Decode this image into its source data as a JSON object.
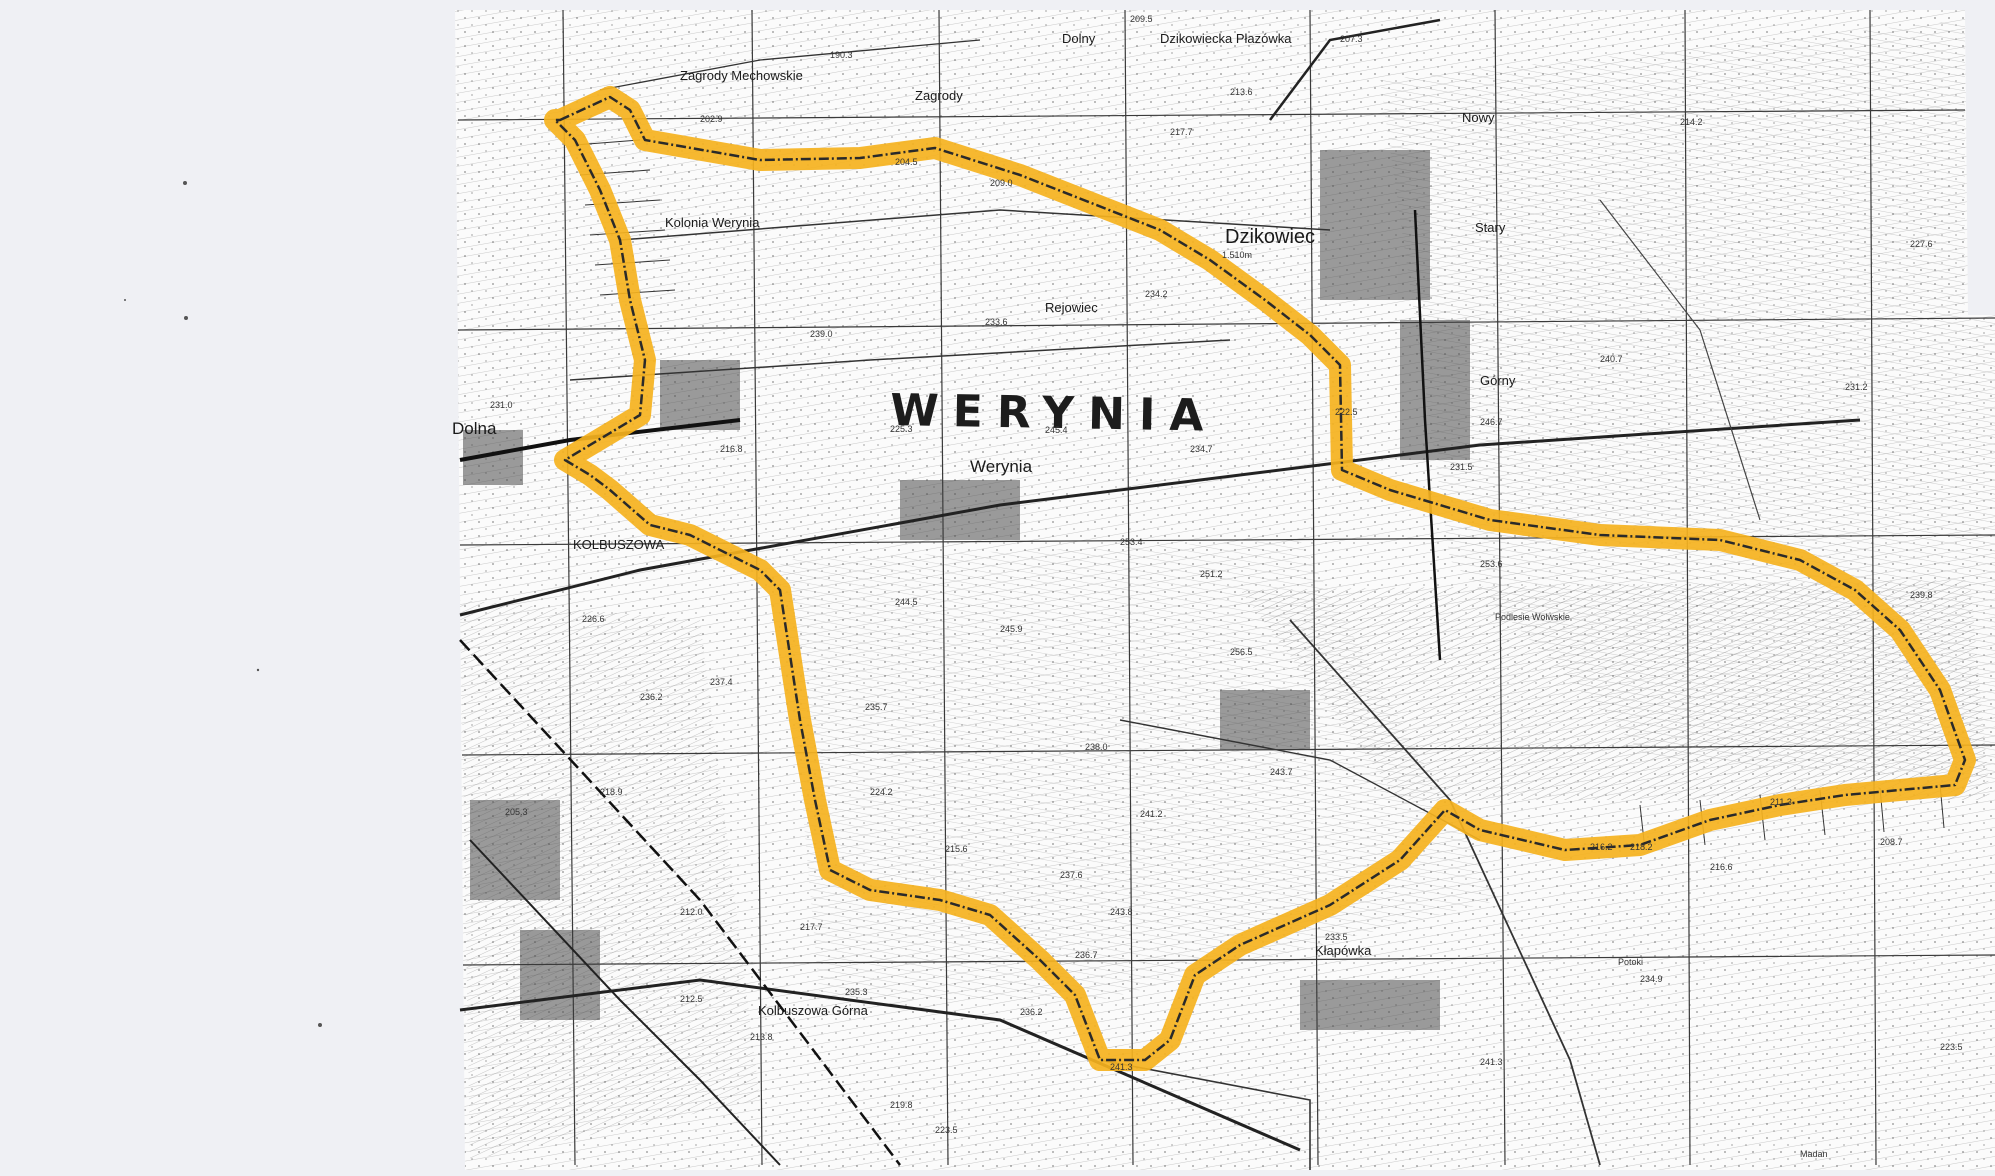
{
  "map": {
    "title": "WERYNIA",
    "boundary_color": "#f5b21e",
    "boundary_stroke_color": "#2a2a2a",
    "background_color": "#eff0f4",
    "map_paper_color": "#fbfbfb",
    "place_labels": [
      "Dolny",
      "Dzikowiecka Płazówka",
      "Zagrody Mechowskie",
      "Zagrody",
      "Nowy",
      "Kolonia Werynia",
      "Dzikowiec",
      "Stary",
      "Rejowiec",
      "Górny",
      "Dolna",
      "Werynia",
      "KOLBUSZOWA",
      "Podlesie Wolwskie",
      "Kolbuszowa Górna",
      "Kłapówka",
      "Potoki",
      "Madan"
    ],
    "elevation_labels": [
      "209.5",
      "207.3",
      "190.3",
      "213.6",
      "202.9",
      "204.5",
      "209.0",
      "217.7",
      "214.2",
      "234.2",
      "233.6",
      "239.0",
      "231.0",
      "216.8",
      "225.3",
      "245.4",
      "234.7",
      "222.5",
      "246.7",
      "231.2",
      "253.4",
      "253.6",
      "231.5",
      "244.5",
      "245.9",
      "251.2",
      "256.5",
      "226.6",
      "236.2",
      "237.4",
      "235.7",
      "238.0",
      "218.9",
      "205.3",
      "224.2",
      "241.2",
      "215.6",
      "243.7",
      "212.0",
      "217.7",
      "237.6",
      "243.8",
      "236.7",
      "235.3",
      "212.5",
      "236.2",
      "213.8",
      "241.3",
      "219.8",
      "223.5",
      "218.2",
      "216.2",
      "211.3",
      "208.7",
      "216.6",
      "223.5",
      "233.5",
      "234.9",
      "241.3",
      "227.6",
      "239.8",
      "240.7"
    ],
    "scale_note": "1.510m"
  }
}
